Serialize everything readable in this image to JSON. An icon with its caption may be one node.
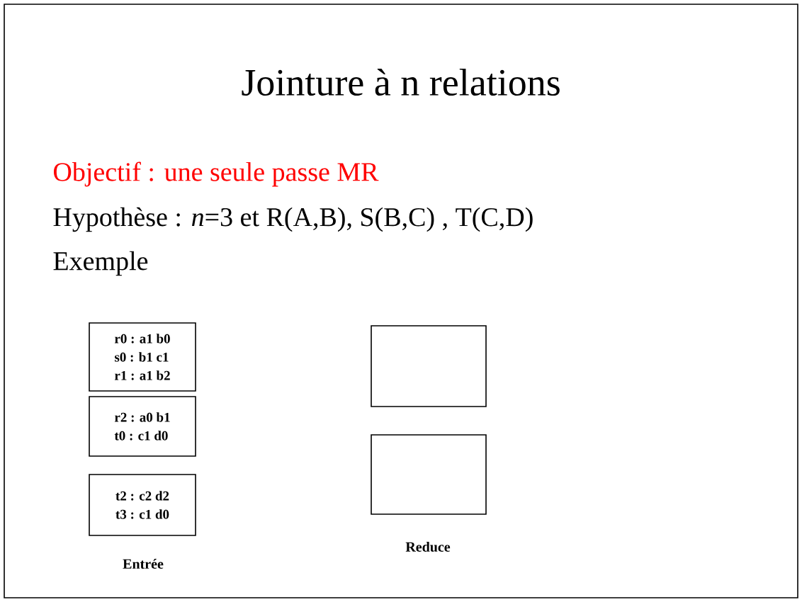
{
  "diagram": {
    "title": "Jointure à n relations",
    "nodes": [
      {
        "text": [
          "r0 :  a1 b0",
          "s0 :  b1 c1",
          "r1 :  a1 b2"
        ]
      },
      {
        "text": [
          "r2 :  a0 b1",
          "t0 :  c1 d0"
        ]
      },
      {
        "text": [
          "t2 :  c2 d2",
          "t3 :  c1 d0"
        ]
      },
      {
        "text": [],
        "shape": "box"
      },
      {
        "text": [],
        "shape": "box"
      }
    ],
    "edges": [],
    "labels": [
      "Objectif : une seule passe MR",
      "Hypothèse : *n*=3 et R(A,B), S(B,C) , T(C,D)",
      "Exemple",
      "Entrée",
      "Reduce"
    ]
  }
}
